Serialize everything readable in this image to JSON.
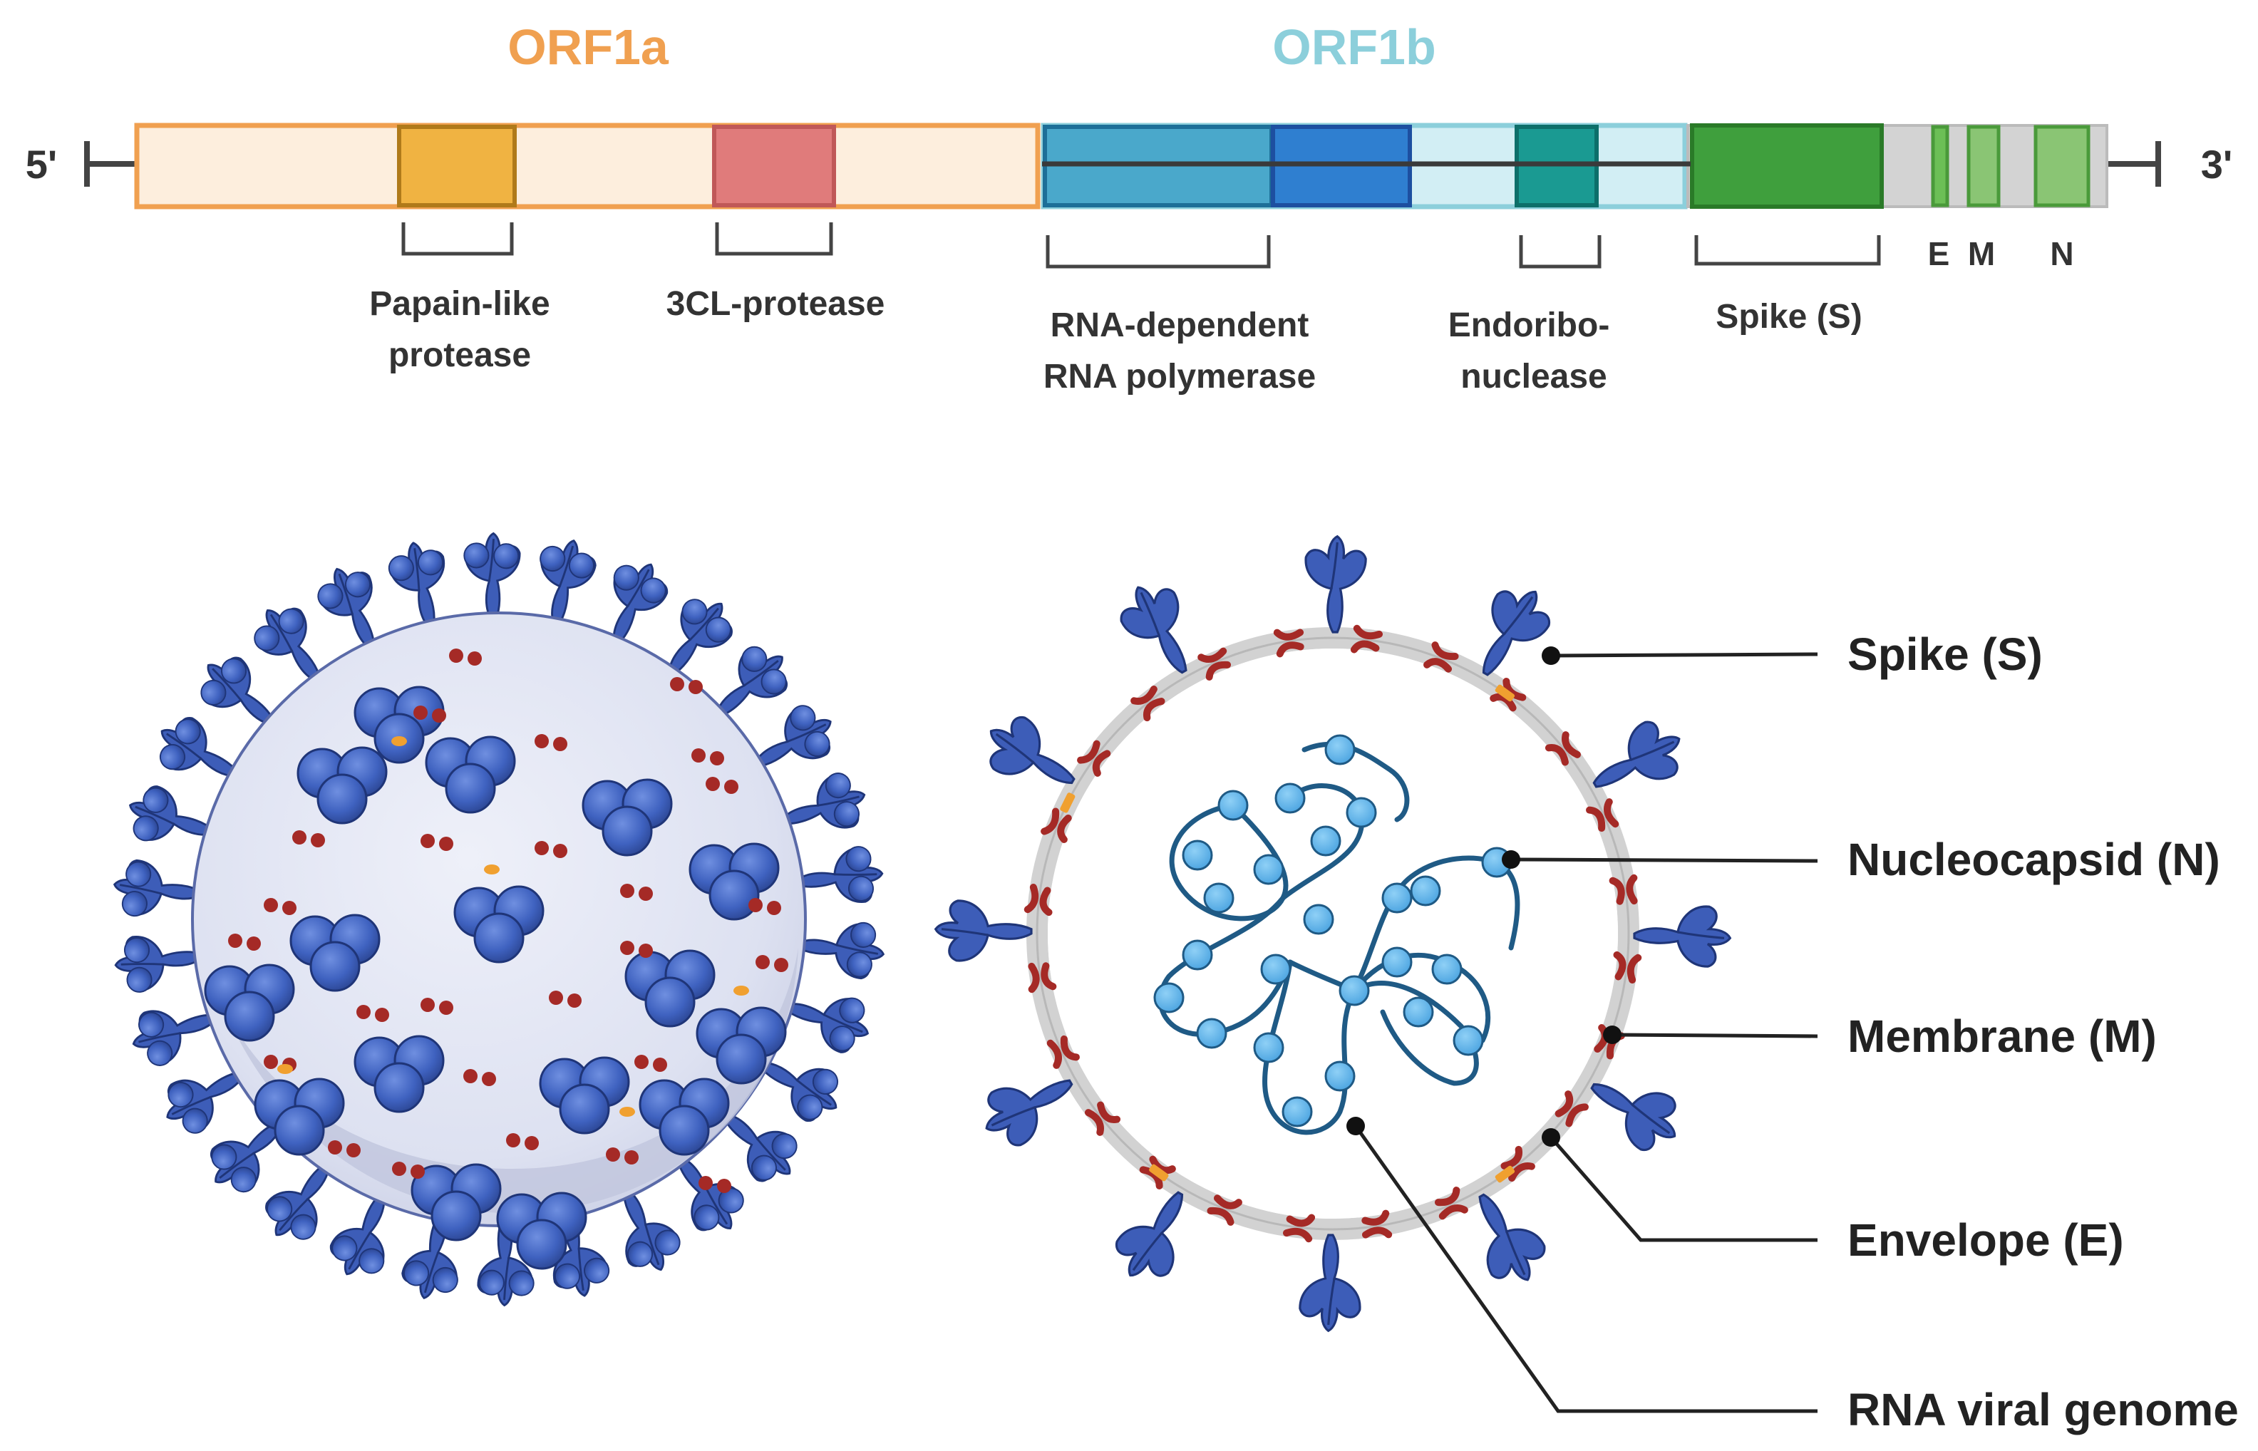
{
  "genome": {
    "orf1a_label": "ORF1a",
    "orf1b_label": "ORF1b",
    "five_prime": "5'",
    "three_prime": "3'",
    "colors": {
      "orf1a": "#f0a050",
      "orf1b": "#8ccfdb",
      "orf1a_fill": "#fdeedd",
      "papain": "#f0b342",
      "protease3cl": "#e07b7b",
      "rdrp": "#4aa8cb",
      "rdrp_dark": "#2f7fd0",
      "orf1b_fill": "#d2eef4",
      "endoribo": "#1a9a92",
      "spike": "#3f9f3d",
      "structural": "#8ac574",
      "tail": "#d3d3d3"
    },
    "domains": {
      "papain_line1": "Papain-like",
      "papain_line2": "protease",
      "protease3cl": "3CL-protease",
      "rdrp_line1": "RNA-dependent",
      "rdrp_line2": "RNA polymerase",
      "endo_line1": "Endoribo-",
      "endo_line2": "nuclease",
      "spike": "Spike (S)",
      "e": "E",
      "m": "M",
      "n": "N"
    }
  },
  "virion": {
    "labels": {
      "spike": "Spike (S)",
      "nucleocapsid": "Nucleocapsid (N)",
      "membrane": "Membrane (M)",
      "envelope": "Envelope (E)",
      "genome": "RNA viral genome"
    },
    "colors": {
      "spike": "#3d5db8",
      "spike_dark": "#2a4490",
      "membrane_protein": "#b0302c",
      "envelope_protein": "#f0a030",
      "particle": "#dfe3f3",
      "membrane": "#cfcfcf",
      "rna": "#1f5a85",
      "nucleocapsid": "#5ab0e8"
    }
  }
}
